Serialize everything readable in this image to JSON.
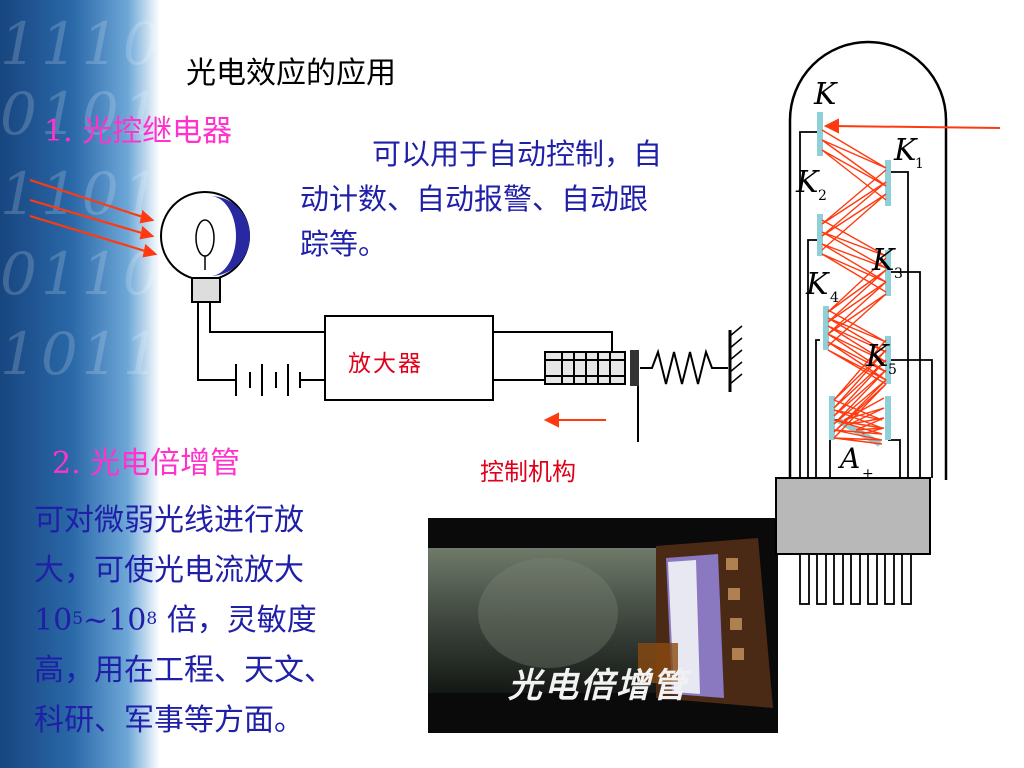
{
  "page": {
    "title": "光电效应的应用"
  },
  "section1": {
    "heading": "1. 光控继电器",
    "description": "可以用于自动控制，自动计数、自动报警、自动跟踪等。",
    "amplifier_label": "放大器",
    "control_label": "控制机构"
  },
  "section2": {
    "heading": "2. 光电倍增管",
    "description_line1": "可对微弱光线进行放",
    "description_line2": "大，可使光电流放大",
    "range_base_low": "10",
    "range_exp_low": "5",
    "range_sep": "~",
    "range_base_high": "10",
    "range_exp_high": "8",
    "description_line3_rest": " 倍，灵敏度",
    "description_line4": "高，用在工程、天文、",
    "description_line5": "科研、军事等方面。",
    "photo_caption": "光电倍增管"
  },
  "tube_labels": {
    "cathode": "K",
    "d1": "K",
    "d1_sub": "1",
    "d2": "K",
    "d2_sub": "2",
    "d3": "K",
    "d3_sub": "3",
    "d4": "K",
    "d4_sub": "4",
    "d5": "K",
    "d5_sub": "5",
    "anode": "A",
    "anode_sub": "+"
  },
  "colors": {
    "heading_magenta": "#ff33cc",
    "body_blue": "#1f1fa8",
    "label_red": "#e0001a",
    "light_ray": "#ff3a10",
    "electrode": "#8fd0d8"
  }
}
